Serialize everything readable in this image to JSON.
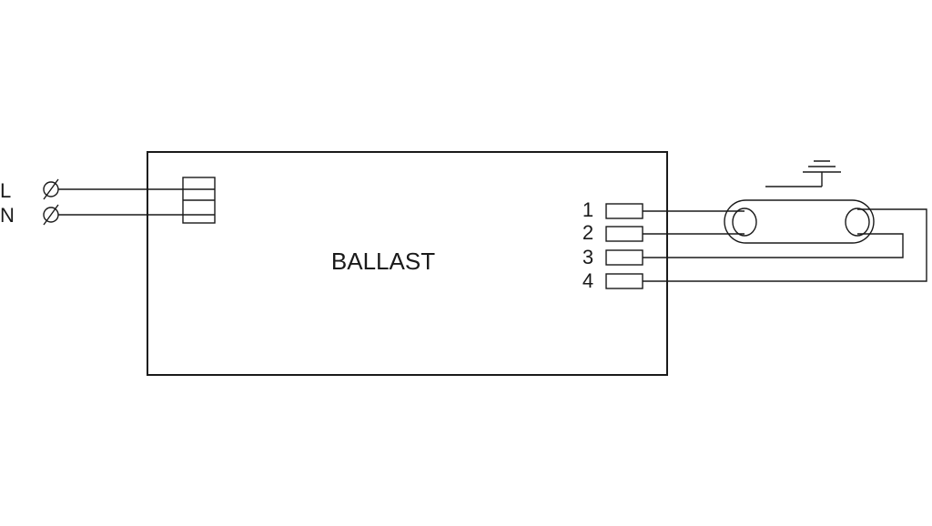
{
  "ballast": {
    "label": "BALLAST"
  },
  "mains": {
    "line_label": "L",
    "neutral_label": "N"
  },
  "terminals": [
    {
      "label": "1"
    },
    {
      "label": "2"
    },
    {
      "label": "3"
    },
    {
      "label": "4"
    }
  ],
  "colors": {
    "stroke": "#1a1a1a",
    "background": "#ffffff"
  },
  "icons": [
    "fluorescent-lamp-icon",
    "earth-ground-icon",
    "terminal-screw-icon"
  ]
}
